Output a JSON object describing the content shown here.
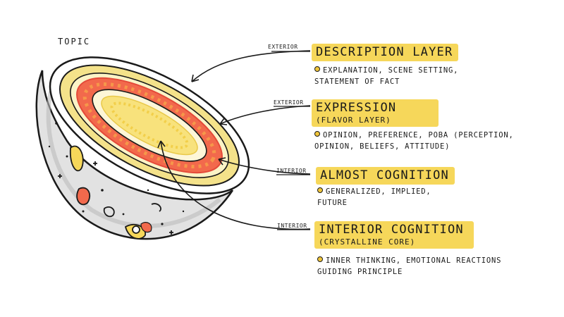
{
  "topic_label": "TOPIC",
  "layers": [
    {
      "tag": "EXTERIOR",
      "title": "DESCRIPTION LAYER",
      "subtitle": "",
      "bullet": "EXPLANATION, SCENE SETTING,",
      "bullet_cont": "STATEMENT OF FACT"
    },
    {
      "tag": "EXTERIOR",
      "title": "EXPRESSION",
      "subtitle": "(FLAVOR LAYER)",
      "bullet": "OPINION, PREFERENCE, POBA (PERCEPTION,",
      "bullet_cont": "OPINION, BELIEFS, ATTITUDE)"
    },
    {
      "tag": "INTERIOR",
      "title": "ALMOST COGNITION",
      "subtitle": "",
      "bullet": "GENERALIZED, IMPLIED,",
      "bullet_cont": "FUTURE"
    },
    {
      "tag": "INTERIOR",
      "title": "INTERIOR COGNITION",
      "subtitle": "(CRYSTALLINE CORE)",
      "bullet": "INNER THINKING, EMOTIONAL REACTIONS",
      "bullet_cont": "GUIDING PRINCIPLE"
    }
  ],
  "colors": {
    "highlight": "#f6d75a",
    "rind": "#f4e28a",
    "flavor_ring": "#f2694c",
    "core": "#f8e27c",
    "shell": "#dcdcdc",
    "ink": "#1a1a1a"
  }
}
